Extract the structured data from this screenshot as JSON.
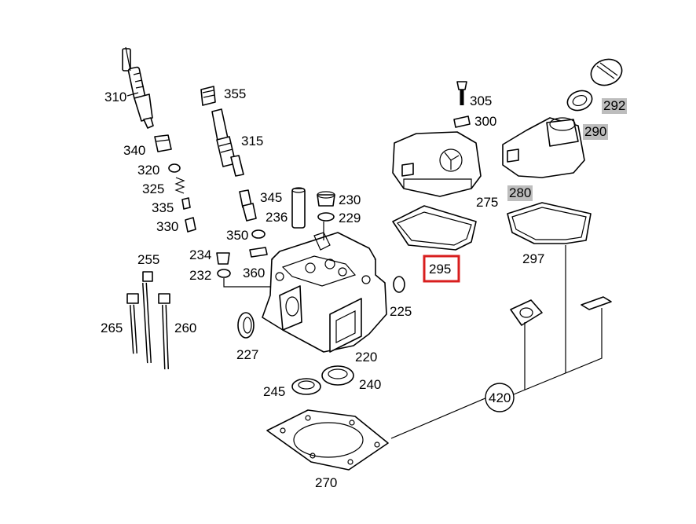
{
  "diagram": {
    "labels": {
      "p310": "310",
      "p355": "355",
      "p315": "315",
      "p340": "340",
      "p320": "320",
      "p325": "325",
      "p335": "335",
      "p330": "330",
      "p345": "345",
      "p236": "236",
      "p230": "230",
      "p229": "229",
      "p350": "350",
      "p234": "234",
      "p232": "232",
      "p360": "360",
      "p255": "255",
      "p265": "265",
      "p260": "260",
      "p227": "227",
      "p225": "225",
      "p220": "220",
      "p245": "245",
      "p240": "240",
      "p270": "270",
      "p305": "305",
      "p300": "300",
      "p275": "275",
      "p280": "280",
      "p290": "290",
      "p292": "292",
      "p295": "295",
      "p297": "297",
      "p420": "420"
    },
    "highlighted": [
      "280",
      "290",
      "292"
    ],
    "selected": "295",
    "colors": {
      "highlight": "#bdbdbd",
      "selection": "#d81e1e"
    }
  }
}
